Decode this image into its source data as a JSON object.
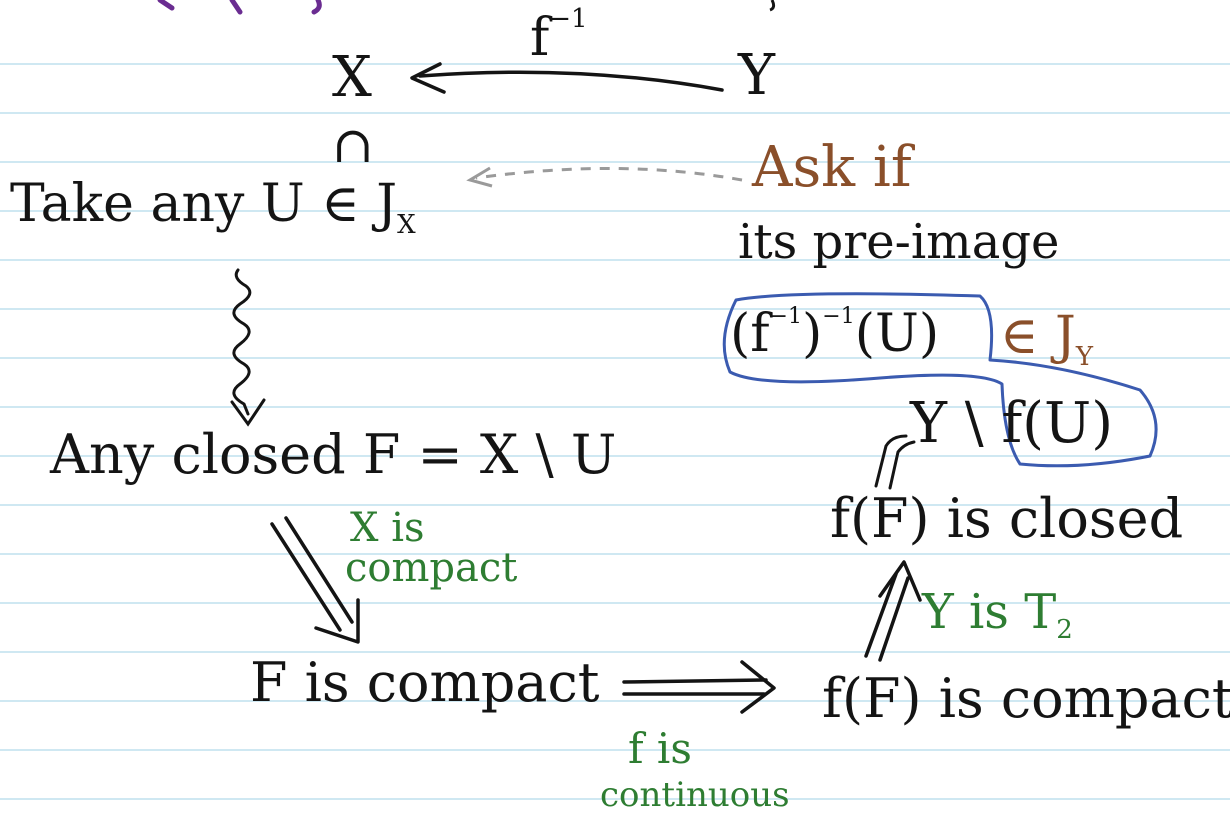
{
  "colors": {
    "ink": "#141414",
    "green": "#2e7d32",
    "brown": "#8a4f2a",
    "blue": "#3b5bb0",
    "purple": "#6a2c91",
    "ruling": "#cfe8f2",
    "dashed_arrow": "#9a9a9a"
  },
  "nodes": {
    "x": "X",
    "y": "Y",
    "finverse": "f",
    "finverse_exp": "−1",
    "cap": "∩",
    "take_any_main": "Take any U ∈ J",
    "take_any_sub": "X",
    "ask_if": "Ask if",
    "its_preimage": "its pre-image",
    "preimage_main": "(f",
    "preimage_exp1": "−1",
    "preimage_mid": ")",
    "preimage_exp2": "−1",
    "preimage_end": "(U)",
    "in_topology_main": "∈ J",
    "in_topology_sub": "Y",
    "complement": "Y \\ f(U)",
    "any_closed": "Any closed F = X \\ U",
    "x_is": "X is",
    "compact_word": "compact",
    "f_F_closed": "f(F) is closed",
    "y_is_t2_main": "Y is T",
    "y_is_t2_sub": "2",
    "F_compact": "F is compact",
    "f_F_compact": "f(F) is compact",
    "f_is": "f is",
    "continuous": "continuous"
  }
}
